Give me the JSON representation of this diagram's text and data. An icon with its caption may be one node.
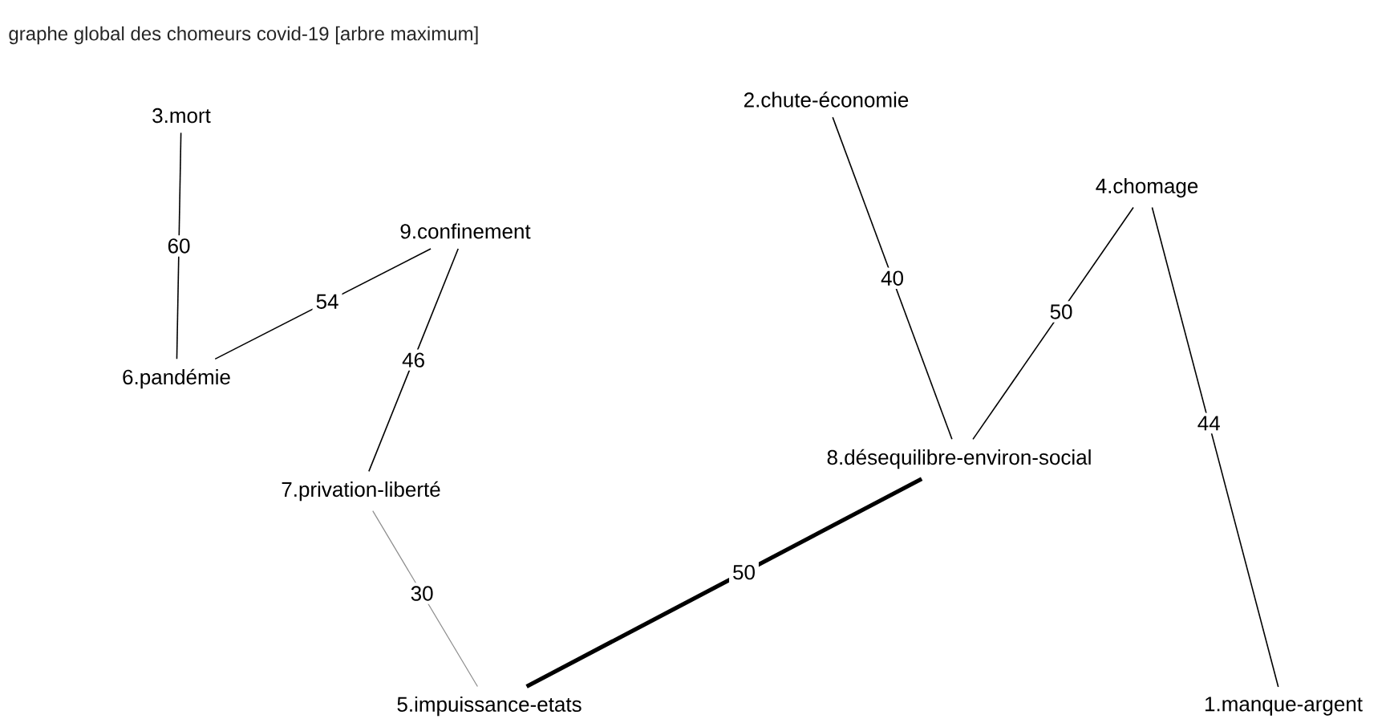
{
  "diagram": {
    "title": "graphe global des chomeurs covid-19 [arbre maximum]",
    "nodes": [
      {
        "text": [
          "3.mort"
        ]
      },
      {
        "text": [
          "9.confinement"
        ]
      },
      {
        "text": [
          "6.pandémie"
        ]
      },
      {
        "text": [
          "7.privation-liberté"
        ]
      },
      {
        "text": [
          "5.impuissance-etats"
        ]
      },
      {
        "text": [
          "2.chute-économie"
        ]
      },
      {
        "text": [
          "4.chomage"
        ]
      },
      {
        "text": [
          "8.désequilibre-environ-social"
        ]
      },
      {
        "text": [
          "1.manque-argent"
        ]
      }
    ],
    "edges": [
      {
        "from": 0,
        "to": 2,
        "arrow": "none",
        "label": "60"
      },
      {
        "from": 2,
        "to": 1,
        "arrow": "none",
        "label": "54"
      },
      {
        "from": 1,
        "to": 3,
        "arrow": "none",
        "label": "46"
      },
      {
        "from": 3,
        "to": 4,
        "arrow": "none",
        "label": "30",
        "color": "#8c8c8c"
      },
      {
        "from": 4,
        "to": 7,
        "arrow": "none",
        "label": "50",
        "style": "thick"
      },
      {
        "from": 5,
        "to": 7,
        "arrow": "none",
        "label": "40"
      },
      {
        "from": 6,
        "to": 7,
        "arrow": "none",
        "label": "50"
      },
      {
        "from": 6,
        "to": 8,
        "arrow": "none",
        "label": "44"
      }
    ]
  }
}
